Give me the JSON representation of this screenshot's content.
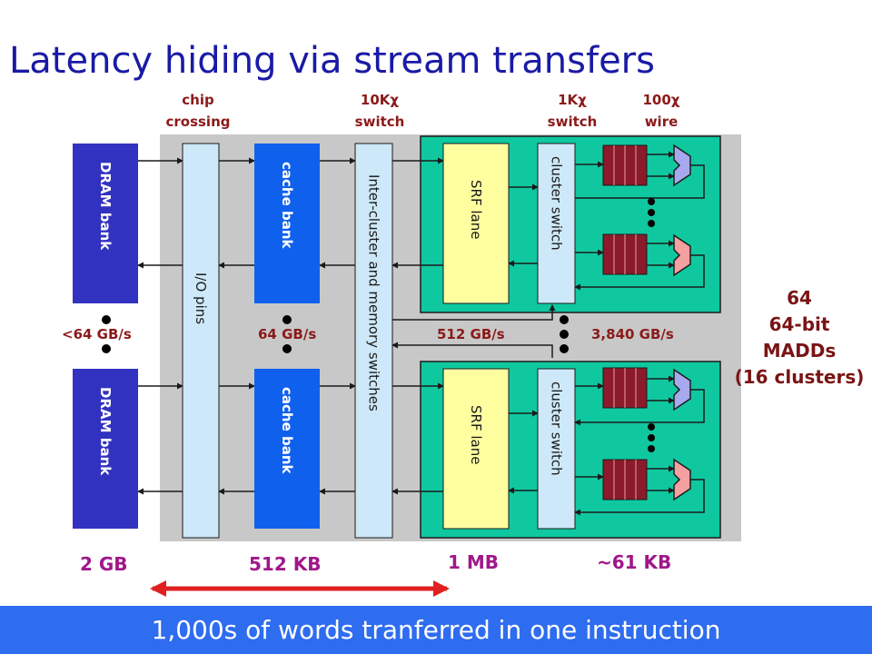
{
  "slide": {
    "title": "Latency hiding via stream transfers",
    "footer": "1,000s of words tranferred in one instruction"
  },
  "headers": {
    "chip_crossing": [
      "chip",
      "crossing"
    ],
    "switch_10k": [
      "10Kχ",
      "switch"
    ],
    "switch_1k": [
      "1Kχ",
      "switch"
    ],
    "wire_100": [
      "100χ",
      "wire"
    ]
  },
  "blocks": {
    "dram_bank": "DRAM bank",
    "io_pins": "I/O pins",
    "cache_bank": "cache bank",
    "inter_cluster": "Inter-cluster and memory switches",
    "srf_lane": "SRF lane",
    "cluster_switch": "cluster switch"
  },
  "bandwidth": {
    "dram": "<64 GB/s",
    "cache": "64 GB/s",
    "srf": "512 GB/s",
    "cluster": "3,840 GB/s"
  },
  "capacities": {
    "dram": "2 GB",
    "cache": "512 KB",
    "srf": "1 MB",
    "lrf": "~61 KB"
  },
  "madds": {
    "line1": "64",
    "line2": "64-bit",
    "line3": "MADDs",
    "line4": "(16 clusters)"
  },
  "colors": {
    "title": "#1a1aa6",
    "dram": "#3232c0",
    "cache": "#1060ee",
    "io": "#cde8f8",
    "cluster_panel": "#10c8a0",
    "srf": "#ffffa0",
    "register_file": "#8b1a2a",
    "alu_top": "#a8a8ee",
    "alu_bottom": "#f4a0a0",
    "label_red": "#8b1a1a",
    "capacity_purple": "#a0178a",
    "arrow": "#e02020",
    "footer": "#2e6cf0"
  }
}
